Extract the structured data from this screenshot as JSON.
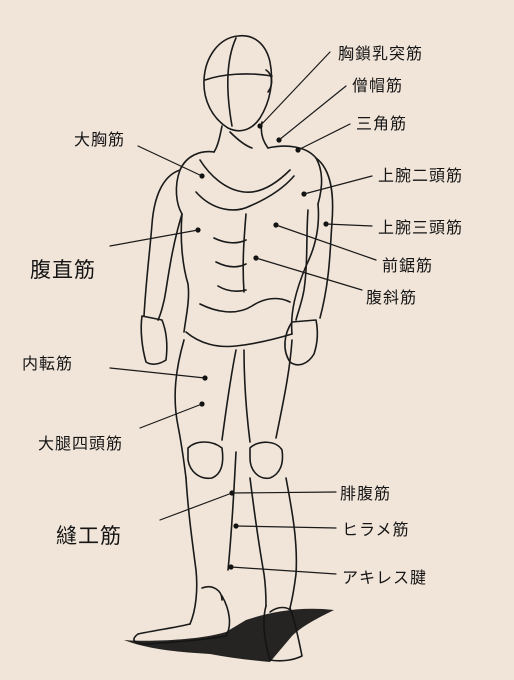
{
  "diagram": {
    "labels": {
      "sternocleidomastoid": "胸鎖乳突筋",
      "trapezius": "僧帽筋",
      "deltoid": "三角筋",
      "pectoralis_major": "大胸筋",
      "biceps": "上腕二頭筋",
      "triceps": "上腕三頭筋",
      "serratus_anterior": "前鋸筋",
      "rectus_abdominis": "腹直筋",
      "external_oblique": "腹斜筋",
      "adductors": "内転筋",
      "quadriceps": "大腿四頭筋",
      "sartorius": "縫工筋",
      "gastrocnemius": "腓腹筋",
      "soleus": "ヒラメ筋",
      "achilles_tendon": "アキレス腱"
    }
  }
}
